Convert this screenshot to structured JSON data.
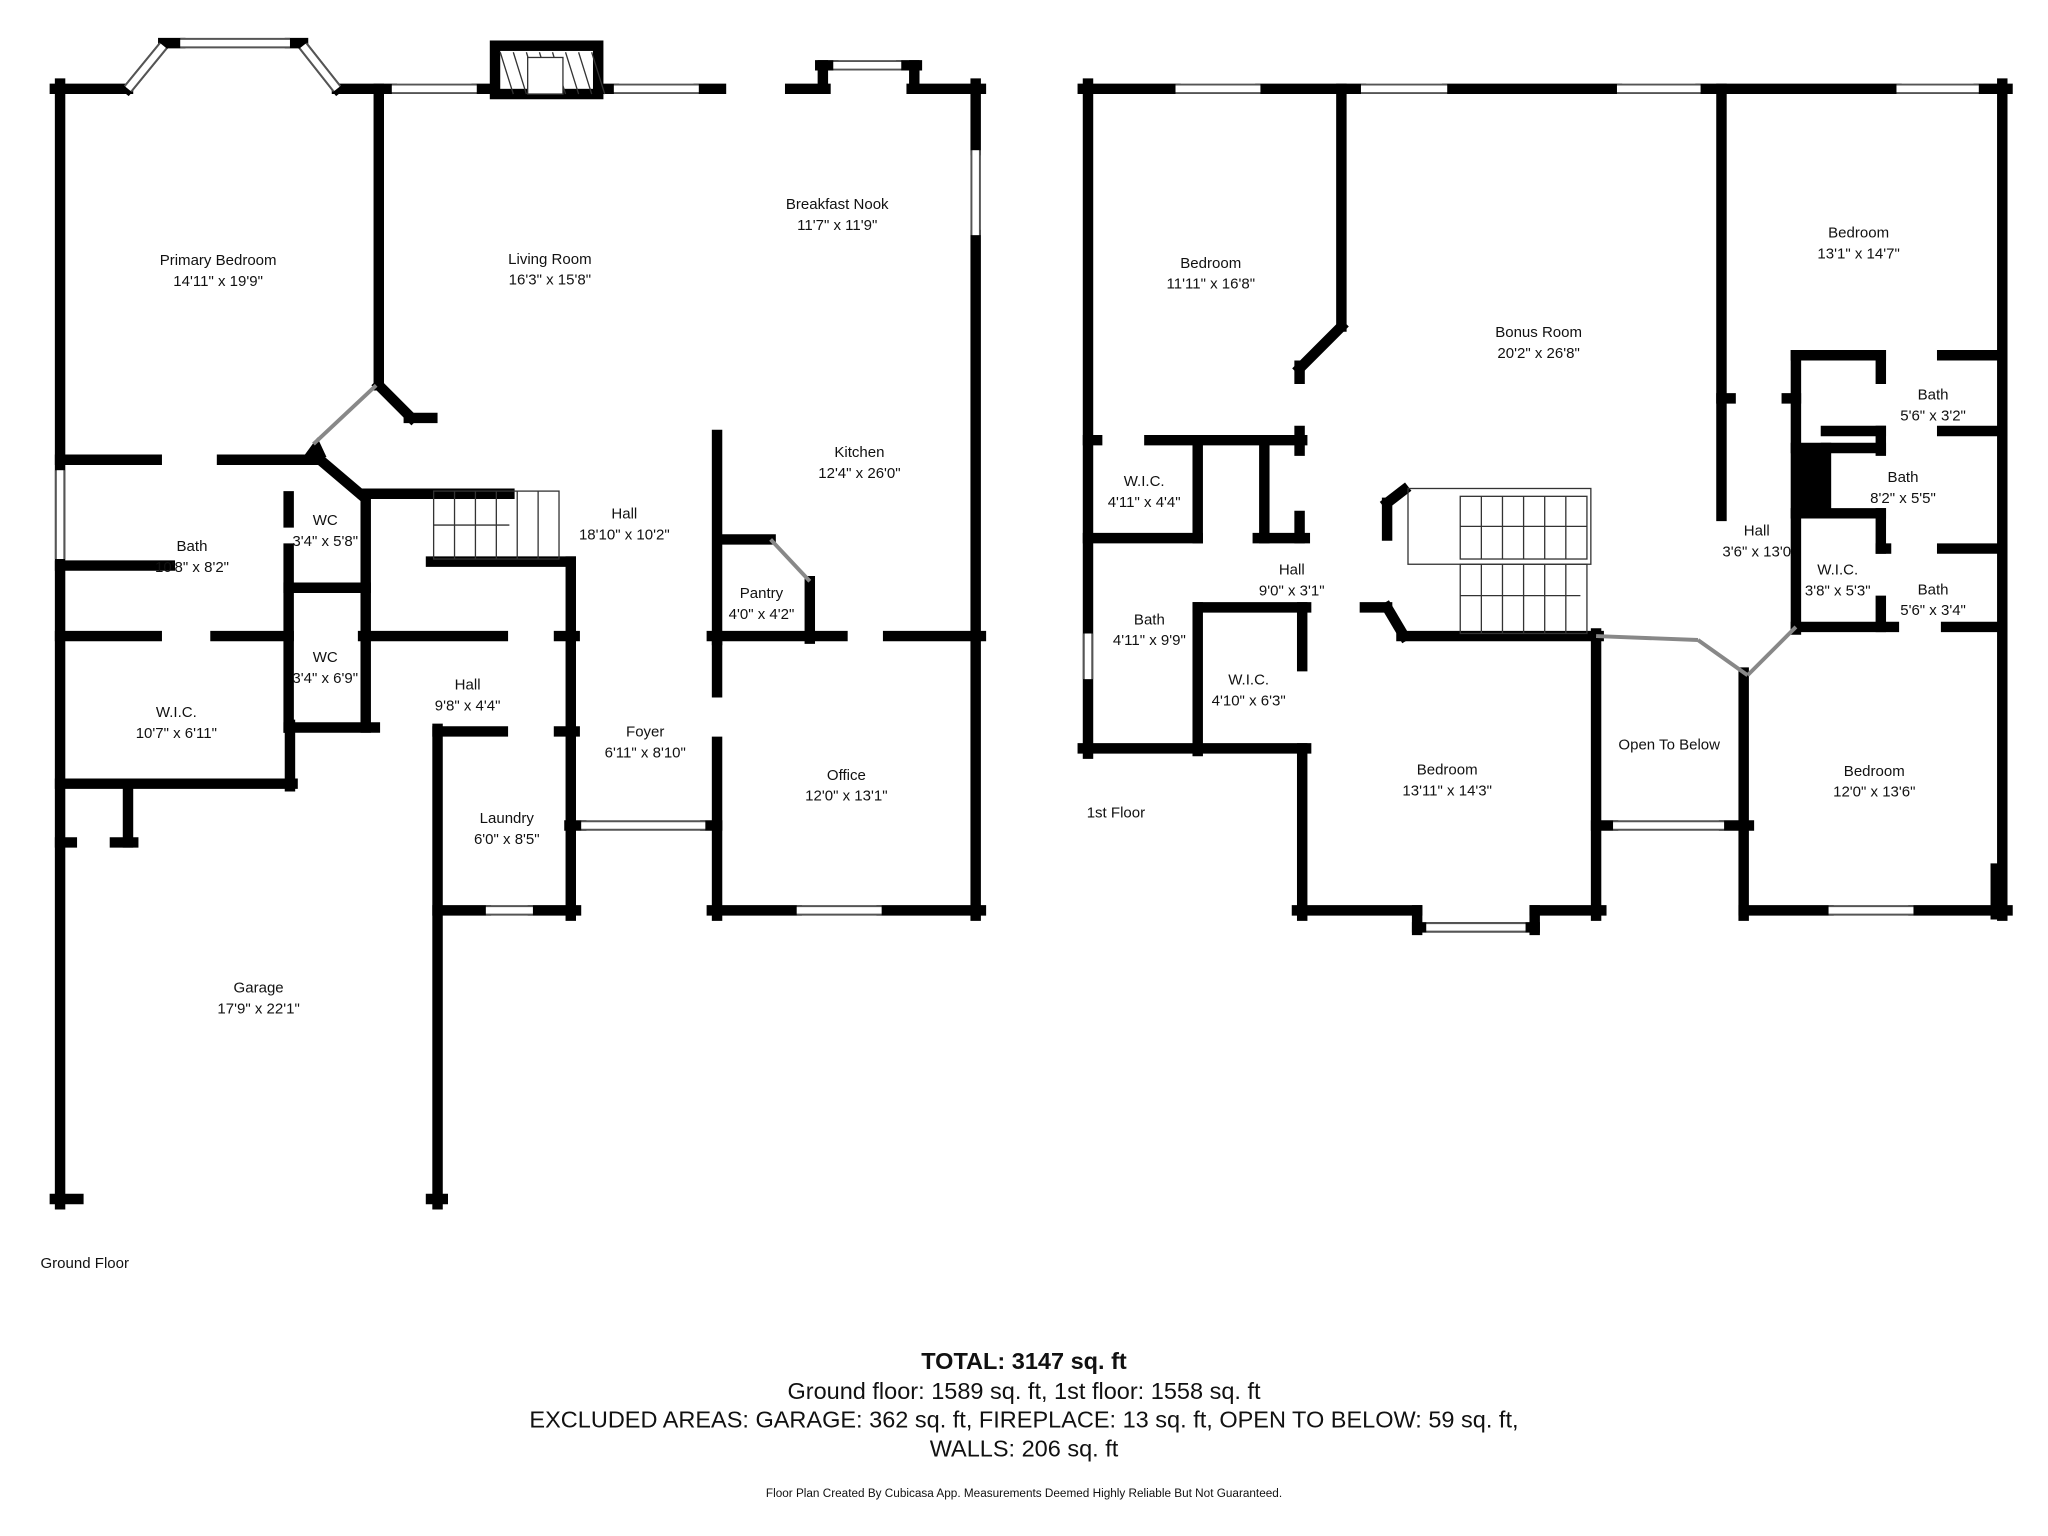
{
  "ground_floor": {
    "label": "Ground Floor",
    "rooms": [
      {
        "name": "Primary Bedroom",
        "size": "14'11\" x 19'9\""
      },
      {
        "name": "Living Room",
        "size": "16'3\" x 15'8\""
      },
      {
        "name": "Breakfast Nook",
        "size": "11'7\" x 11'9\""
      },
      {
        "name": "Kitchen",
        "size": "12'4\" x 26'0\""
      },
      {
        "name": "Hall",
        "size": "18'10\" x 10'2\""
      },
      {
        "name": "Bath",
        "size": "10'8\" x 8'2\""
      },
      {
        "name": "WC",
        "size": "3'4\" x 5'8\""
      },
      {
        "name": "WC",
        "size": "3'4\" x 6'9\""
      },
      {
        "name": "Pantry",
        "size": "4'0\" x 4'2\""
      },
      {
        "name": "Hall",
        "size": "9'8\" x 4'4\""
      },
      {
        "name": "W.I.C.",
        "size": "10'7\" x 6'11\""
      },
      {
        "name": "Foyer",
        "size": "6'11\" x 8'10\""
      },
      {
        "name": "Laundry",
        "size": "6'0\" x 8'5\""
      },
      {
        "name": "Office",
        "size": "12'0\" x 13'1\""
      },
      {
        "name": "Garage",
        "size": "17'9\" x 22'1\""
      }
    ]
  },
  "first_floor": {
    "label": "1st Floor",
    "rooms": [
      {
        "name": "Bedroom",
        "size": "11'11\" x 16'8\""
      },
      {
        "name": "Bonus Room",
        "size": "20'2\" x 26'8\""
      },
      {
        "name": "Bedroom",
        "size": "13'1\" x 14'7\""
      },
      {
        "name": "Bath",
        "size": "5'6\" x 3'2\""
      },
      {
        "name": "Bath",
        "size": "8'2\" x 5'5\""
      },
      {
        "name": "W.I.C.",
        "size": "4'11\" x 4'4\""
      },
      {
        "name": "Hall",
        "size": "3'6\" x 13'0"
      },
      {
        "name": "Hall",
        "size": "9'0\" x 3'1\""
      },
      {
        "name": "W.I.C.",
        "size": "3'8\" x 5'3\""
      },
      {
        "name": "Bath",
        "size": "5'6\" x 3'4\""
      },
      {
        "name": "Bath",
        "size": "4'11\" x 9'9\""
      },
      {
        "name": "W.I.C.",
        "size": "4'10\" x 6'3\""
      },
      {
        "name": "Bedroom",
        "size": "13'11\" x 14'3\""
      },
      {
        "name": "Open To Below",
        "size": ""
      },
      {
        "name": "Bedroom",
        "size": "12'0\" x 13'6\""
      }
    ]
  },
  "summary": {
    "total": "TOTAL: 3147 sq. ft",
    "floors": "Ground floor: 1589 sq. ft, 1st floor: 1558 sq. ft",
    "excluded_line1": "EXCLUDED AREAS: GARAGE: 362 sq. ft, FIREPLACE: 13 sq. ft, OPEN TO BELOW: 59 sq. ft,",
    "excluded_line2": "WALLS: 206 sq. ft",
    "disclaimer": "Floor Plan Created By Cubicasa App. Measurements Deemed Highly Reliable But Not Guaranteed."
  },
  "colors": {
    "wall": "#000000",
    "window": "#ffffff",
    "background": "#ffffff"
  }
}
